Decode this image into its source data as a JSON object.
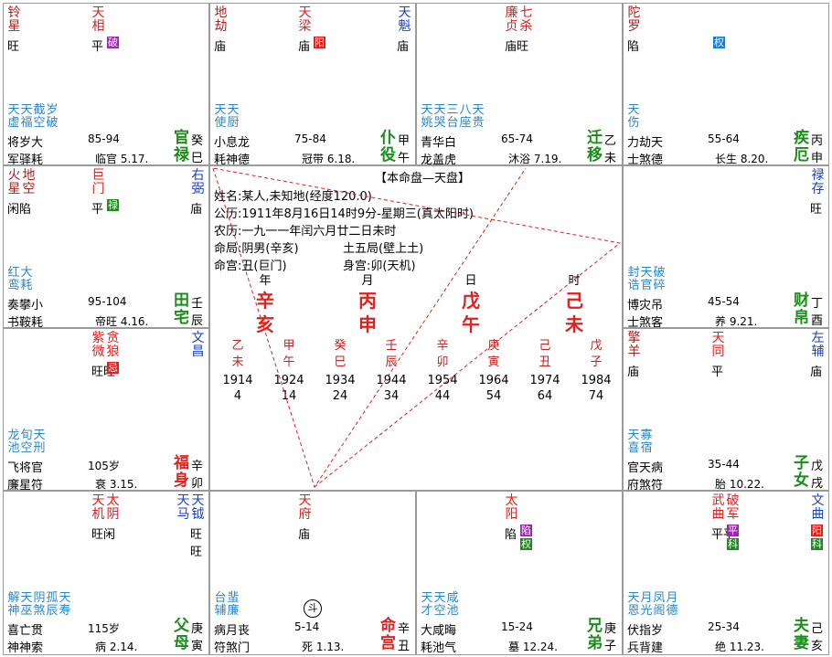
{
  "colors": {
    "main_star": "#e0201f",
    "aux_star": "#1a3fc7",
    "bad_star": "#b0201f",
    "minor_star": "#2e86c1",
    "palace": "#1a8c1a",
    "palace_ming": "#e0201f",
    "hua_lu": "#1a8c1a",
    "hua_quan": "#1a7ae0",
    "hua_ke": "#1a8c1a",
    "hua_ji": "#e0201f",
    "ping_bg": "#9c27b0"
  },
  "cells": [
    {
      "id": "si",
      "left": [
        {
          "t": "铃星",
          "c": "#b0201f"
        }
      ],
      "mid": [
        {
          "t": "天相",
          "c": "#e0201f"
        }
      ],
      "right": [],
      "bright_l": "旺",
      "bright_m": "平",
      "pills": [
        {
          "t": "破",
          "bg": "#9c27b0"
        }
      ],
      "minor": [
        "天虚",
        "天福",
        "截空",
        "岁破"
      ],
      "row1": "将岁大",
      "row2": "军驿耗",
      "age": "85-94",
      "phase": "临官 5.17.",
      "palace": [
        "官",
        "禄"
      ],
      "branch": [
        "癸",
        "巳"
      ],
      "palace_red": false
    },
    {
      "id": "wu",
      "left": [
        {
          "t": "地劫",
          "c": "#b0201f"
        }
      ],
      "mid": [
        {
          "t": "天梁",
          "c": "#e0201f"
        }
      ],
      "right": [
        {
          "t": "天魁",
          "c": "#1a3fc7"
        }
      ],
      "bright_l": "庙",
      "bright_m": "庙",
      "bright_r": "庙",
      "pills": [
        {
          "t": "阳",
          "bg": "#e0201f"
        }
      ],
      "minor": [
        "天使",
        "天厨"
      ],
      "row1": "小息龙",
      "row2": "耗神德",
      "age": "75-84",
      "phase": "冠带 6.18.",
      "palace": [
        "仆",
        "役"
      ],
      "branch": [
        "甲",
        "午"
      ],
      "palace_red": false
    },
    {
      "id": "wei",
      "left": [],
      "mid": [
        {
          "t": "廉贞",
          "c": "#e0201f"
        },
        {
          "t": "七杀",
          "c": "#e0201f"
        }
      ],
      "right": [],
      "bright_m": "庙旺",
      "pills": [],
      "minor": [
        "天姚",
        "天哭",
        "三台",
        "八座",
        "天贵"
      ],
      "row1": "青华白",
      "row2": "龙盖虎",
      "age": "65-74",
      "phase": "沐浴 7.19.",
      "palace": [
        "迁",
        "移"
      ],
      "branch": [
        "乙",
        "未"
      ],
      "palace_red": false
    },
    {
      "id": "shen",
      "left": [
        {
          "t": "陀罗",
          "c": "#b0201f"
        }
      ],
      "mid": [],
      "right": [],
      "bright_l": "陷",
      "pills": [
        {
          "t": "权",
          "bg": "#1a7ae0"
        }
      ],
      "minor": [
        "天伤"
      ],
      "row1": "力劫天",
      "row2": "士煞德",
      "age": "55-64",
      "phase": "长生 8.20.",
      "palace": [
        "疾",
        "厄"
      ],
      "branch": [
        "丙",
        "申"
      ],
      "palace_red": false
    },
    {
      "id": "chen",
      "left": [
        {
          "t": "火星",
          "c": "#b0201f"
        },
        {
          "t": "地空",
          "c": "#b0201f"
        }
      ],
      "mid": [
        {
          "t": "巨门",
          "c": "#e0201f"
        }
      ],
      "right": [
        {
          "t": "右弼",
          "c": "#1a3fc7"
        }
      ],
      "bright_l": "闲陷",
      "bright_m": "平",
      "bright_r": "庙",
      "pills": [
        {
          "t": "禄",
          "bg": "#1a8c1a"
        }
      ],
      "minor": [
        "红鸾",
        "大耗"
      ],
      "row1": "奏攀小",
      "row2": "书鞍耗",
      "age": "95-104",
      "phase": "帝旺 4.16.",
      "palace": [
        "田",
        "宅"
      ],
      "branch": [
        "壬",
        "辰"
      ],
      "palace_red": false
    },
    {
      "id": "you",
      "left": [],
      "mid": [],
      "right": [
        {
          "t": "禄存",
          "c": "#1a3fc7"
        }
      ],
      "bright_r": "旺",
      "pills": [],
      "minor": [
        "封诰",
        "天官",
        "破碎"
      ],
      "row1": "博灾吊",
      "row2": "士煞客",
      "age": "45-54",
      "phase": "养 9.21.",
      "palace": [
        "财",
        "帛"
      ],
      "branch": [
        "丁",
        "酉"
      ],
      "palace_red": false
    },
    {
      "id": "mao",
      "left": [],
      "mid": [
        {
          "t": "紫微",
          "c": "#e0201f"
        },
        {
          "t": "贪狼",
          "c": "#e0201f"
        }
      ],
      "right": [
        {
          "t": "文昌",
          "c": "#1a3fc7"
        }
      ],
      "bright_m": "旺旺",
      "pills": [
        {
          "t": "忌",
          "bg": "#e0201f"
        }
      ],
      "minor": [
        "龙池",
        "旬空",
        "天刑"
      ],
      "row1": "飞将官",
      "row2": "廉星符",
      "age": "105岁",
      "phase": "衰 3.15.",
      "palace": [
        "福",
        "身"
      ],
      "branch": [
        "辛",
        "卯"
      ],
      "palace_red": true
    },
    {
      "id": "xu",
      "left": [
        {
          "t": "擎羊",
          "c": "#b0201f"
        }
      ],
      "mid": [
        {
          "t": "天同",
          "c": "#e0201f"
        }
      ],
      "right": [
        {
          "t": "左辅",
          "c": "#1a3fc7"
        }
      ],
      "bright_l": "庙",
      "bright_m": "平",
      "bright_r": "庙",
      "pills": [],
      "minor": [
        "天喜",
        "寡宿"
      ],
      "row1": "官天病",
      "row2": "府煞符",
      "age": "35-44",
      "phase": "胎 10.22.",
      "palace": [
        "子",
        "女"
      ],
      "branch": [
        "戊",
        "戌"
      ],
      "palace_red": false
    },
    {
      "id": "yin",
      "left": [],
      "mid": [
        {
          "t": "天机",
          "c": "#e0201f"
        },
        {
          "t": "太阴",
          "c": "#e0201f"
        }
      ],
      "right": [
        {
          "t": "天马",
          "c": "#1a3fc7"
        },
        {
          "t": "天钺",
          "c": "#1a3fc7"
        }
      ],
      "bright_m": "旺闲",
      "bright_r": "旺旺",
      "pills": [],
      "minor": [
        "解神",
        "天巫",
        "阴煞",
        "孤辰",
        "天寿"
      ],
      "row1": "喜亡贯",
      "row2": "神神索",
      "age": "115岁",
      "phase": "病 2.14.",
      "palace": [
        "父",
        "母"
      ],
      "branch": [
        "庚",
        "寅"
      ],
      "palace_red": false
    },
    {
      "id": "chou",
      "left": [],
      "mid": [
        {
          "t": "天府",
          "c": "#e0201f"
        }
      ],
      "right": [],
      "bright_m": "庙",
      "pills": [],
      "minor": [
        "台辅",
        "蜚廉"
      ],
      "row1": "病月丧",
      "row2": "符煞门",
      "age": "5-14",
      "phase": "死 1.13.",
      "palace": [
        "命",
        "宫"
      ],
      "branch": [
        "辛",
        "丑"
      ],
      "palace_red": true,
      "dou": "斗"
    },
    {
      "id": "zi",
      "left": [],
      "mid": [
        {
          "t": "太阳",
          "c": "#e0201f"
        }
      ],
      "right": [],
      "bright_m": "陷",
      "pills": [
        {
          "t": "陷",
          "bg": "#9c27b0"
        },
        {
          "t": "权",
          "bg": "#1a8c1a"
        }
      ],
      "minor": [
        "天才",
        "天空",
        "咸池"
      ],
      "row1": "大咸晦",
      "row2": "耗池气",
      "age": "15-24",
      "phase": "墓 12.24.",
      "palace": [
        "兄",
        "弟"
      ],
      "branch": [
        "庚",
        "子"
      ],
      "palace_red": false
    },
    {
      "id": "hai",
      "left": [],
      "mid": [
        {
          "t": "武曲",
          "c": "#e0201f"
        },
        {
          "t": "破军",
          "c": "#e0201f"
        }
      ],
      "right": [
        {
          "t": "文曲",
          "c": "#1a3fc7"
        }
      ],
      "bright_m": "平平",
      "pills": [
        {
          "t": "平",
          "bg": "#9c27b0"
        },
        {
          "t": "科",
          "bg": "#1a8c1a"
        }
      ],
      "right_pills": [
        {
          "t": "阳",
          "bg": "#e0201f"
        },
        {
          "t": "科",
          "bg": "#1a8c1a"
        }
      ],
      "minor": [
        "天恩",
        "月光",
        "凤阁",
        "月德"
      ],
      "row1": "伏指岁",
      "row2": "兵背建",
      "age": "25-34",
      "phase": "绝 11.23.",
      "palace": [
        "夫",
        "妻"
      ],
      "branch": [
        "己",
        "亥"
      ],
      "palace_red": false
    }
  ],
  "center": {
    "title": "【本命盘—天盘】",
    "line1": "姓名:某人,未知地(经度120.0)",
    "line2": "公历:1911年8月16日14时9分-星期三(真太阳时)",
    "line3": "农历:一九一一年闰六月廿二日未时",
    "line4a": "命局:阴男(辛亥)",
    "line4b": "土五局(壁上土)",
    "line5a": "命宫:丑(巨门)",
    "line5b": "身宫:卯(天机)",
    "pillars": [
      {
        "lab": "年",
        "gan": "辛",
        "zhi": "亥"
      },
      {
        "lab": "月",
        "gan": "丙",
        "zhi": "申"
      },
      {
        "lab": "日",
        "gan": "戊",
        "zhi": "午"
      },
      {
        "lab": "时",
        "gan": "己",
        "zhi": "未"
      }
    ],
    "dayun": [
      {
        "g": "乙",
        "z": "未",
        "y": "1914",
        "a": "4"
      },
      {
        "g": "甲",
        "z": "午",
        "y": "1924",
        "a": "14"
      },
      {
        "g": "癸",
        "z": "巳",
        "y": "1934",
        "a": "24"
      },
      {
        "g": "壬",
        "z": "辰",
        "y": "1944",
        "a": "34"
      },
      {
        "g": "辛",
        "z": "卯",
        "y": "1954",
        "a": "44"
      },
      {
        "g": "庚",
        "z": "寅",
        "y": "1964",
        "a": "54"
      },
      {
        "g": "己",
        "z": "丑",
        "y": "1974",
        "a": "64"
      },
      {
        "g": "戊",
        "z": "子",
        "y": "1984",
        "a": "74"
      }
    ]
  }
}
